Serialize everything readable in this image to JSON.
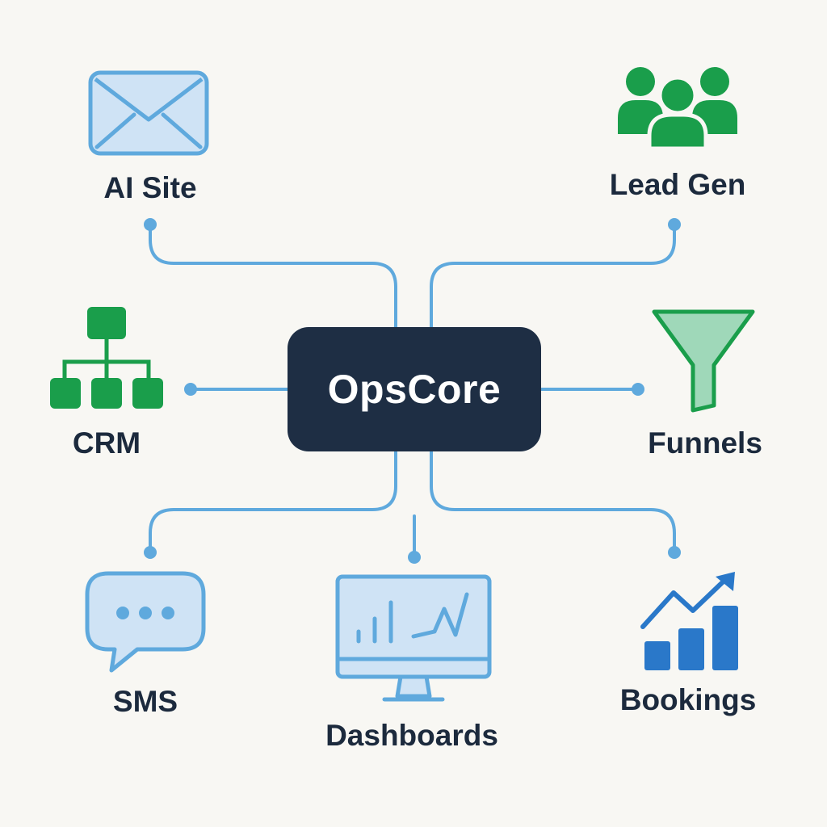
{
  "hub": {
    "label": "OpsCore"
  },
  "nodes": {
    "ai_site": {
      "label": "AI Site",
      "icon": "envelope-icon"
    },
    "lead_gen": {
      "label": "Lead Gen",
      "icon": "people-group-icon"
    },
    "crm": {
      "label": "CRM",
      "icon": "org-chart-icon"
    },
    "funnels": {
      "label": "Funnels",
      "icon": "funnel-icon"
    },
    "sms": {
      "label": "SMS",
      "icon": "chat-bubble-icon"
    },
    "dashboards": {
      "label": "Dashboards",
      "icon": "monitor-chart-icon"
    },
    "bookings": {
      "label": "Bookings",
      "icon": "growth-chart-icon"
    }
  },
  "colors": {
    "background": "#f8f7f3",
    "hub": "#1e2e44",
    "connector": "#5fa9dd",
    "green": "#1a9e4b",
    "blue": "#2a78c9",
    "light_blue_fill": "#cfe3f5",
    "text": "#1c2a3d"
  }
}
